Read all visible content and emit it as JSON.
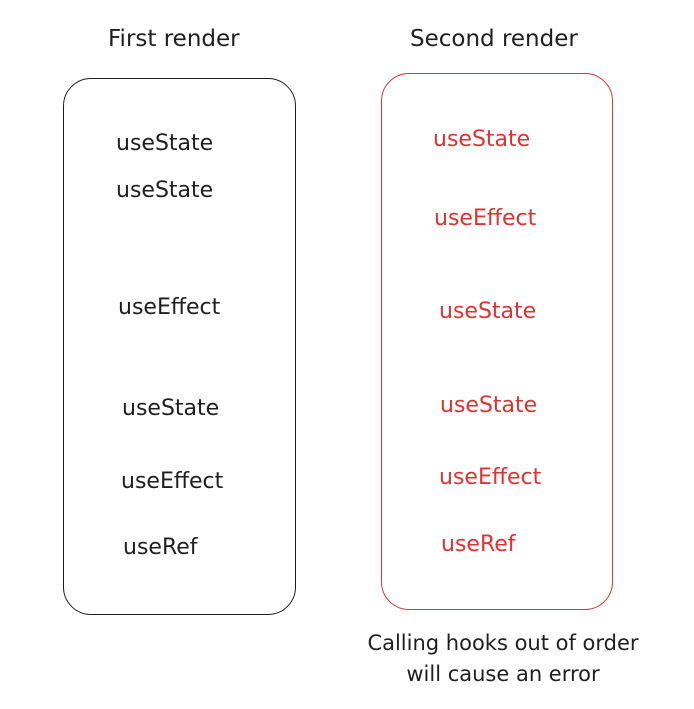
{
  "columns": [
    {
      "title": "First render",
      "color": "#1e1e1e",
      "hooks": [
        "useState",
        "useState",
        "useEffect",
        "useState",
        "useEffect",
        "useRef"
      ]
    },
    {
      "title": "Second render",
      "color": "#e03131",
      "hooks": [
        "useState",
        "useEffect",
        "useState",
        "useState",
        "useEffect",
        "useRef"
      ]
    }
  ],
  "caption": {
    "line1": "Calling hooks out of order",
    "line2": "will cause an error"
  }
}
